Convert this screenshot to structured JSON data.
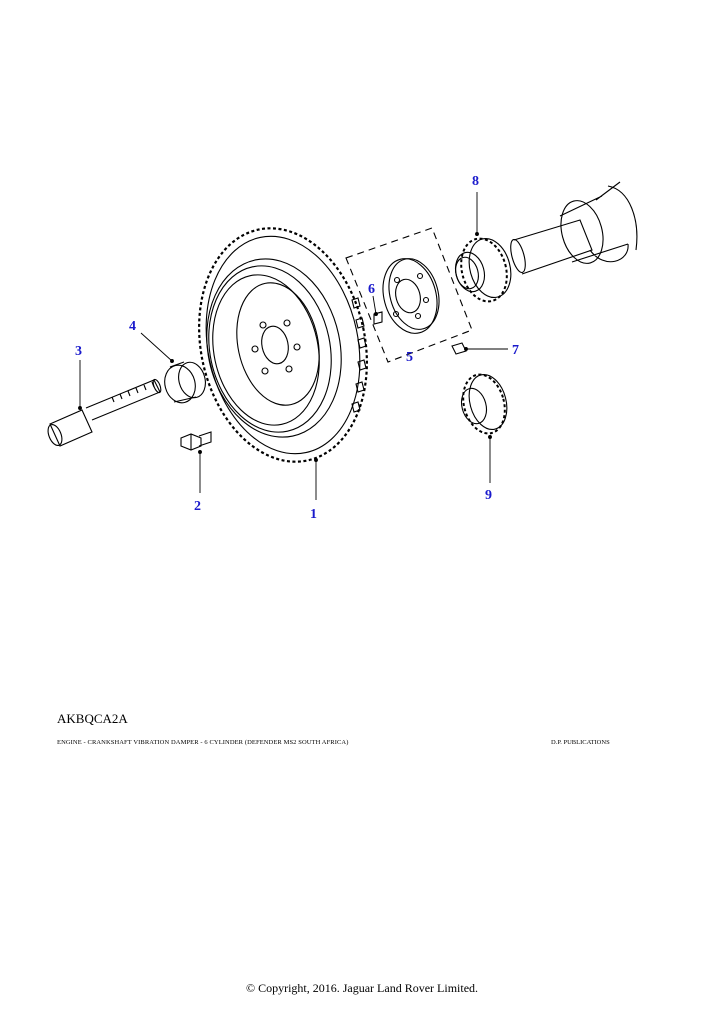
{
  "callouts": {
    "c1": "1",
    "c2": "2",
    "c3": "3",
    "c4": "4",
    "c5": "5",
    "c6": "6",
    "c7": "7",
    "c8": "8",
    "c9": "9"
  },
  "footer": {
    "reference_code": "AKBQCA2A",
    "caption": "ENGINE  - CRANKSHAFT VIBRATION DAMPER - 6 CYLINDER (DEFENDER MS2 SOUTH AFRICA)",
    "publisher": "D.P. PUBLICATIONS",
    "copyright": "© Copyright, 2016. Jaguar Land Rover Limited."
  },
  "colors": {
    "callout": "#1a1acc",
    "linework": "#000000"
  }
}
